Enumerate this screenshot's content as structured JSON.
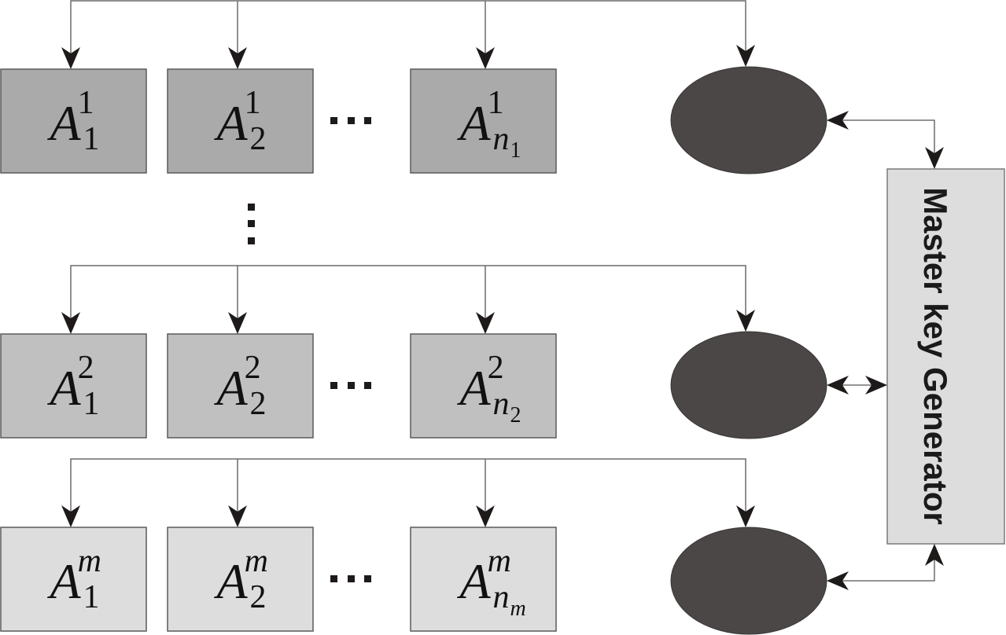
{
  "diagram": {
    "title": "",
    "master": {
      "label": "Master key Generator",
      "fill": "#dddddd"
    },
    "rows": [
      {
        "name": "group-1",
        "fill": "#aaaaaa",
        "superscript": "1",
        "nodes": [
          {
            "base": "A",
            "sub": "1",
            "subsub": "",
            "sup": "1"
          },
          {
            "base": "A",
            "sub": "2",
            "subsub": "",
            "sup": "1"
          },
          {
            "base": "A",
            "sub": "n",
            "subsub": "1",
            "sup": "1"
          }
        ],
        "ellipsis": "...",
        "link_to_master": "bidirectional-elbow-top"
      },
      {
        "name": "group-2",
        "fill": "#c0c0c0",
        "superscript": "2",
        "nodes": [
          {
            "base": "A",
            "sub": "1",
            "subsub": "",
            "sup": "2"
          },
          {
            "base": "A",
            "sub": "2",
            "subsub": "",
            "sup": "2"
          },
          {
            "base": "A",
            "sub": "n",
            "subsub": "2",
            "sup": "2"
          }
        ],
        "ellipsis": "...",
        "link_to_master": "bidirectional-straight"
      },
      {
        "name": "group-m",
        "fill": "#dddddd",
        "superscript": "m",
        "nodes": [
          {
            "base": "A",
            "sub": "1",
            "subsub": "",
            "sup": "m"
          },
          {
            "base": "A",
            "sub": "2",
            "subsub": "",
            "sup": "m"
          },
          {
            "base": "A",
            "sub": "n",
            "subsub": "m",
            "sup": "m"
          }
        ],
        "ellipsis": "...",
        "link_to_master": "bidirectional-elbow-bottom"
      }
    ],
    "vertical_ellipsis": "⋮",
    "ellipse_fill": "#4b4747"
  }
}
